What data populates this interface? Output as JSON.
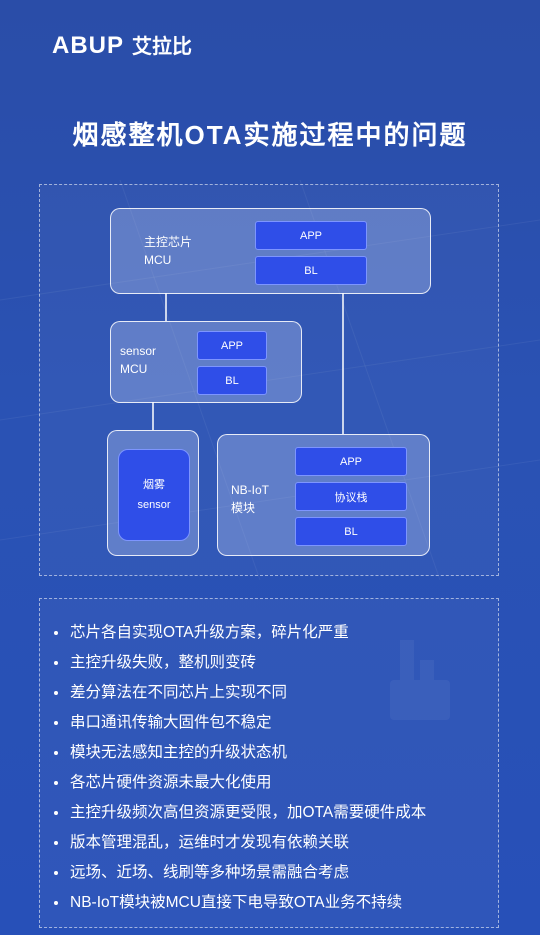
{
  "brand": {
    "logo_en": "ABUP",
    "logo_cn": "艾拉比"
  },
  "title": "烟感整机OTA实施过程中的问题",
  "diagram": {
    "main_chip": {
      "label_line1": "主控芯片",
      "label_line2": "MCU",
      "app": "APP",
      "bl": "BL"
    },
    "sensor_mcu": {
      "label_line1": "sensor",
      "label_line2": "MCU",
      "app": "APP",
      "bl": "BL"
    },
    "smoke_sensor": {
      "label_line1": "烟雾",
      "label_line2": "sensor"
    },
    "nbiot": {
      "label_line1": "NB-IoT",
      "label_line2": "模块",
      "app": "APP",
      "protocol": "协议栈",
      "bl": "BL"
    }
  },
  "issues": [
    "芯片各自实现OTA升级方案，碎片化严重",
    "主控升级失败，整机则变砖",
    "差分算法在不同芯片上实现不同",
    "串口通讯传输大固件包不稳定",
    "模块无法感知主控的升级状态机",
    "各芯片硬件资源未最大化使用",
    "主控升级频次高但资源更受限，加OTA需要硬件成本",
    "版本管理混乱，运维时才发现有依赖关联",
    "远场、近场、线刷等多种场景需融合考虑",
    "NB-IoT模块被MCU直接下电导致OTA业务不持续"
  ]
}
